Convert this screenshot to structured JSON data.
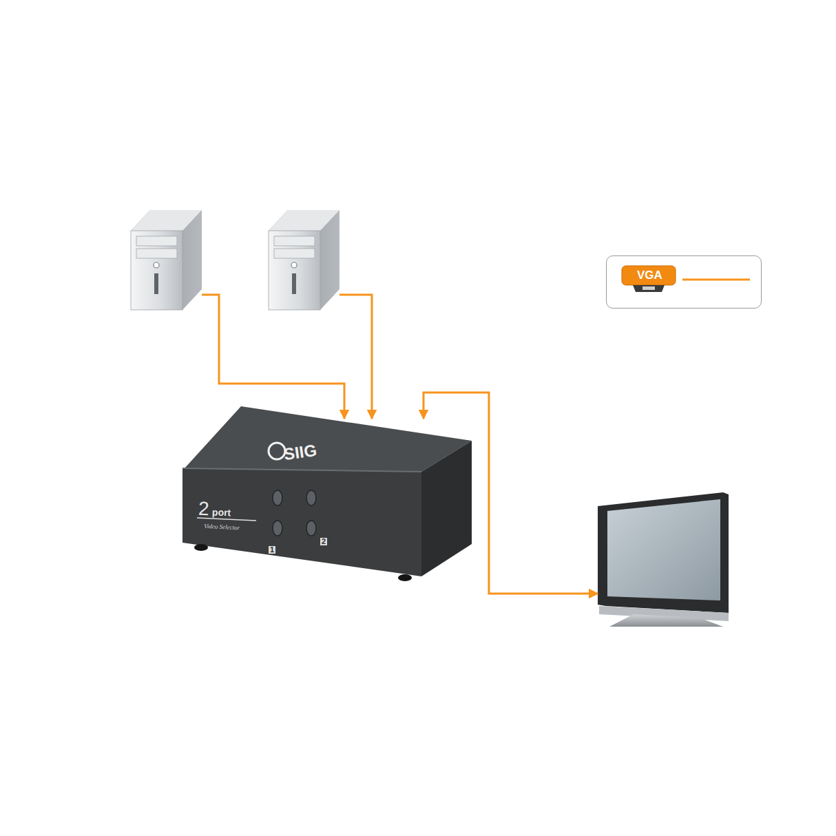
{
  "diagram": {
    "nodes": [
      {
        "text": [
          "SIIG",
          "2",
          "port",
          "Video Selector",
          "1",
          "2"
        ]
      }
    ],
    "legend": [
      {
        "text": "VGA"
      }
    ]
  }
}
